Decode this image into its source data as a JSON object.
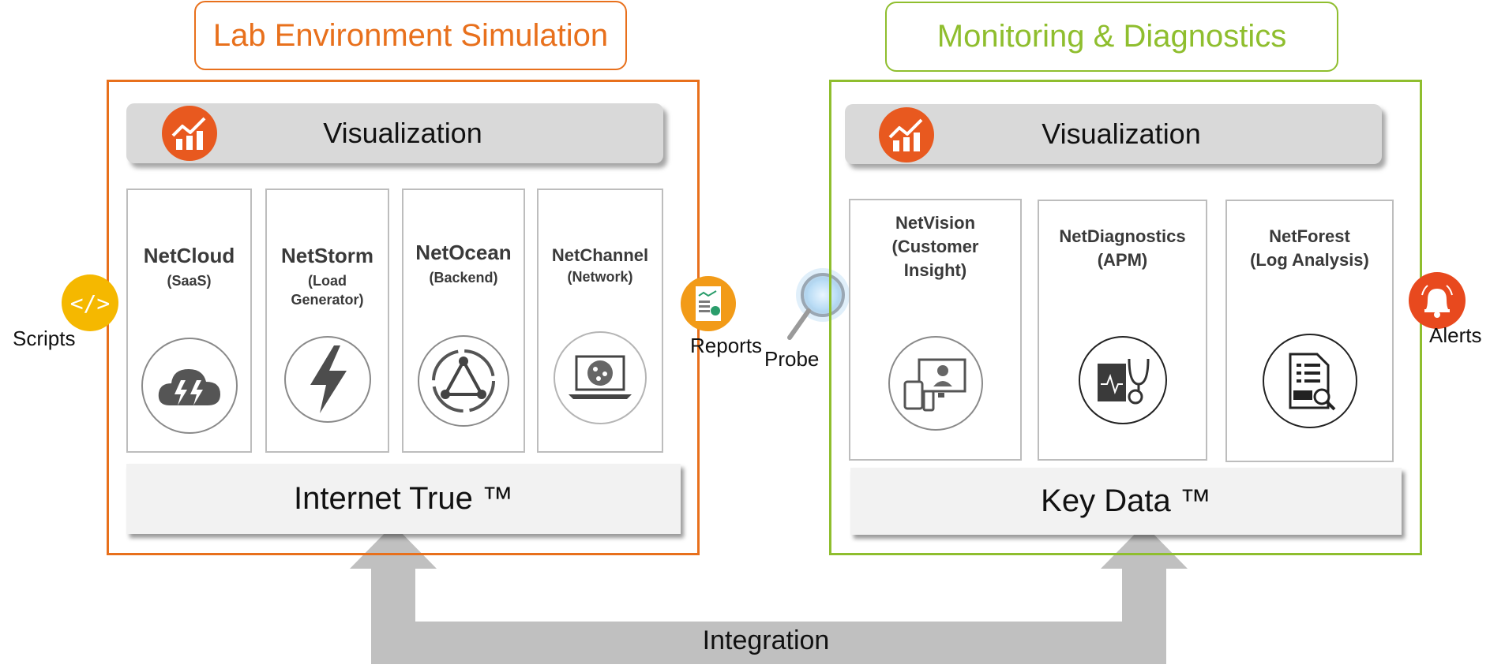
{
  "left": {
    "title": "Lab Environment Simulation",
    "visualization_label": "Visualization",
    "cards": [
      {
        "name": "NetCloud",
        "sub": "(SaaS)",
        "icon": "cloud-lightning-icon"
      },
      {
        "name": "NetStorm",
        "sub": "(Load Generator)",
        "icon": "lightning-bolt-icon"
      },
      {
        "name": "NetOcean",
        "sub": "(Backend)",
        "icon": "network-triangle-icon"
      },
      {
        "name": "NetChannel",
        "sub": "(Network)",
        "icon": "laptop-globe-icon"
      }
    ],
    "base_label": "Internet True ™"
  },
  "right": {
    "title": "Monitoring & Diagnostics",
    "visualization_label": "Visualization",
    "cards": [
      {
        "name": "NetVision",
        "sub": "(Customer Insight)",
        "icon": "devices-user-icon"
      },
      {
        "name": "NetDiagnostics",
        "sub": "(APM)",
        "icon": "stethoscope-monitor-icon"
      },
      {
        "name": "NetForest",
        "sub": "(Log Analysis)",
        "icon": "log-document-icon"
      }
    ],
    "base_label": "Key Data ™"
  },
  "side": {
    "scripts": "Scripts",
    "reports": "Reports",
    "probe": "Probe",
    "alerts": "Alerts",
    "script_glyph": "</>"
  },
  "integration_label": "Integration",
  "colors": {
    "lab_orange": "#e8701c",
    "monitor_green": "#8fbe2e",
    "icon_orange": "#e8591f",
    "scripts_yellow": "#f5b800",
    "arrow_gray": "#c0c0c0"
  }
}
